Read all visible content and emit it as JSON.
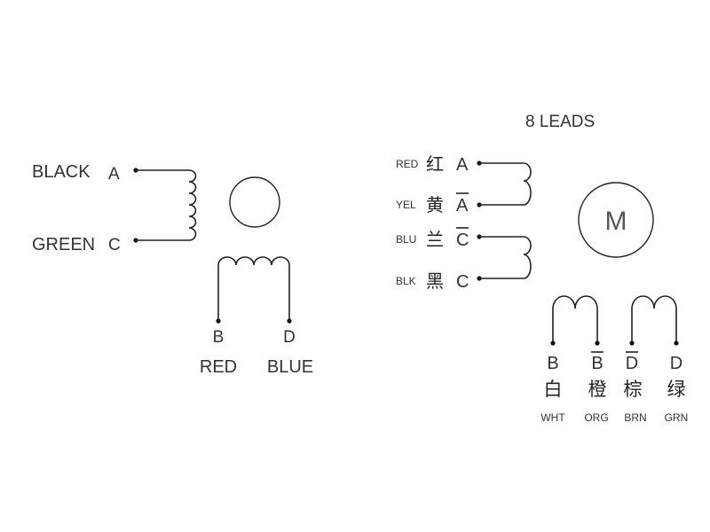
{
  "left_motor": {
    "pins": [
      {
        "color": "BLACK",
        "letter": "A"
      },
      {
        "color": "GREEN",
        "letter": "C"
      },
      {
        "color": "RED",
        "letter": "B"
      },
      {
        "color": "BLUE",
        "letter": "D"
      }
    ]
  },
  "right_motor": {
    "title": "8 LEADS",
    "motor_symbol": "M",
    "left_leads": [
      {
        "color_en": "RED",
        "color_cn": "红",
        "letter": "A",
        "overline": false
      },
      {
        "color_en": "YEL",
        "color_cn": "黄",
        "letter": "A",
        "overline": true
      },
      {
        "color_en": "BLU",
        "color_cn": "兰",
        "letter": "C",
        "overline": true
      },
      {
        "color_en": "BLK",
        "color_cn": "黑",
        "letter": "C",
        "overline": false
      }
    ],
    "bottom_leads": [
      {
        "letter": "B",
        "overline": false,
        "color_cn": "白",
        "color_en": "WHT"
      },
      {
        "letter": "B",
        "overline": true,
        "color_cn": "橙",
        "color_en": "ORG"
      },
      {
        "letter": "D",
        "overline": true,
        "color_cn": "棕",
        "color_en": "BRN"
      },
      {
        "letter": "D",
        "overline": false,
        "color_cn": "绿",
        "color_en": "GRN"
      }
    ]
  }
}
